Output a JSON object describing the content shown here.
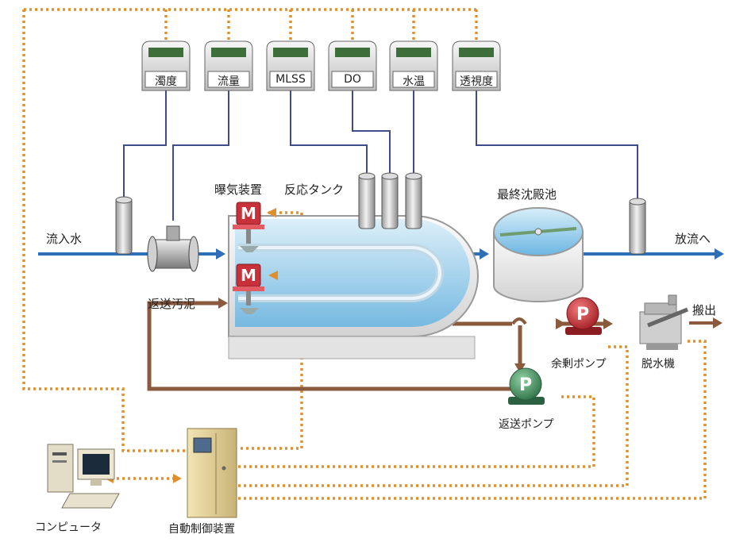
{
  "sensors": [
    {
      "label": "濁度"
    },
    {
      "label": "流量"
    },
    {
      "label": "MLSS"
    },
    {
      "label": "DO"
    },
    {
      "label": "水温"
    },
    {
      "label": "透視度"
    }
  ],
  "labels": {
    "inflow": "流入水",
    "outflow": "放流へ",
    "aerator": "曝気装置",
    "reaction_tank": "反応タンク",
    "final_clarifier": "最終沈殿池",
    "return_sludge": "返送汚泥",
    "excess_pump": "余剰ポンプ",
    "return_pump": "返送ポンプ",
    "dewatering": "脱水機",
    "export": "搬出",
    "computer": "コンピュータ",
    "controller": "自動制御装置",
    "motor_letter": "M",
    "pump_letter": "P"
  },
  "colors": {
    "signal_line": "#e0902a",
    "water_line": "#2f6fb8",
    "sludge_line": "#8b5a3c",
    "sensor_wire": "#3f4b8a",
    "motor": "#c8303a",
    "pump_excess": "#b8282e",
    "pump_return": "#3e8a58"
  }
}
